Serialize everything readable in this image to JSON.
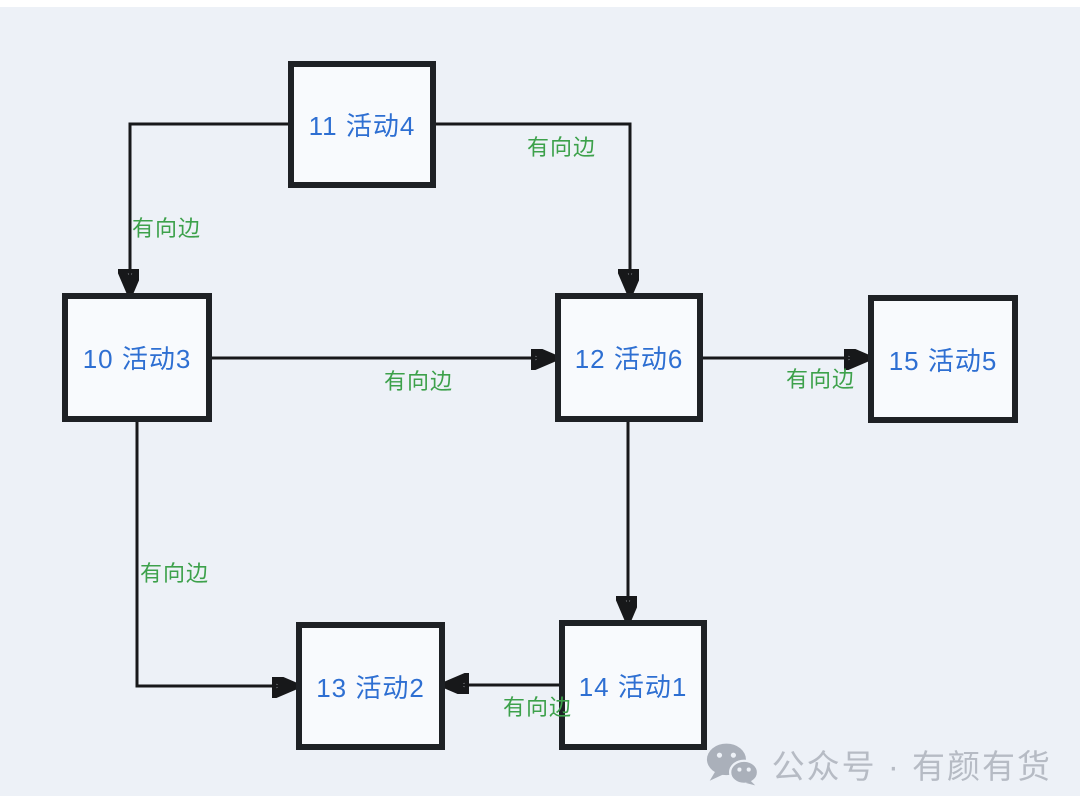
{
  "diagram": {
    "nodes": [
      {
        "id": "11",
        "label": "11 活动4"
      },
      {
        "id": "10",
        "label": "10 活动3"
      },
      {
        "id": "12",
        "label": "12 活动6"
      },
      {
        "id": "15",
        "label": "15 活动5"
      },
      {
        "id": "13",
        "label": "13 活动2"
      },
      {
        "id": "14",
        "label": "14 活动1"
      }
    ],
    "edges": [
      {
        "from": "11 活动4",
        "to": "10 活动3",
        "label": "有向边"
      },
      {
        "from": "11 活动4",
        "to": "12 活动6",
        "label": "有向边"
      },
      {
        "from": "10 活动3",
        "to": "12 活动6",
        "label": "有向边"
      },
      {
        "from": "12 活动6",
        "to": "15 活动5",
        "label": "有向边"
      },
      {
        "from": "12 活动6",
        "to": "14 活动1"
      },
      {
        "from": "10 活动3",
        "to": "13 活动2",
        "label": "有向边"
      },
      {
        "from": "14 活动1",
        "to": "13 活动2",
        "label": "有向边"
      }
    ],
    "colors": {
      "background": "#edf1f7",
      "node_fill": "#f8fafd",
      "node_border": "#1e2125",
      "node_text": "#2e6fd2",
      "edge_line": "#17181a",
      "edge_label": "#3da14b"
    }
  },
  "watermark": {
    "icon": "wechat-icon",
    "text": "公众号 · 有颜有货"
  }
}
